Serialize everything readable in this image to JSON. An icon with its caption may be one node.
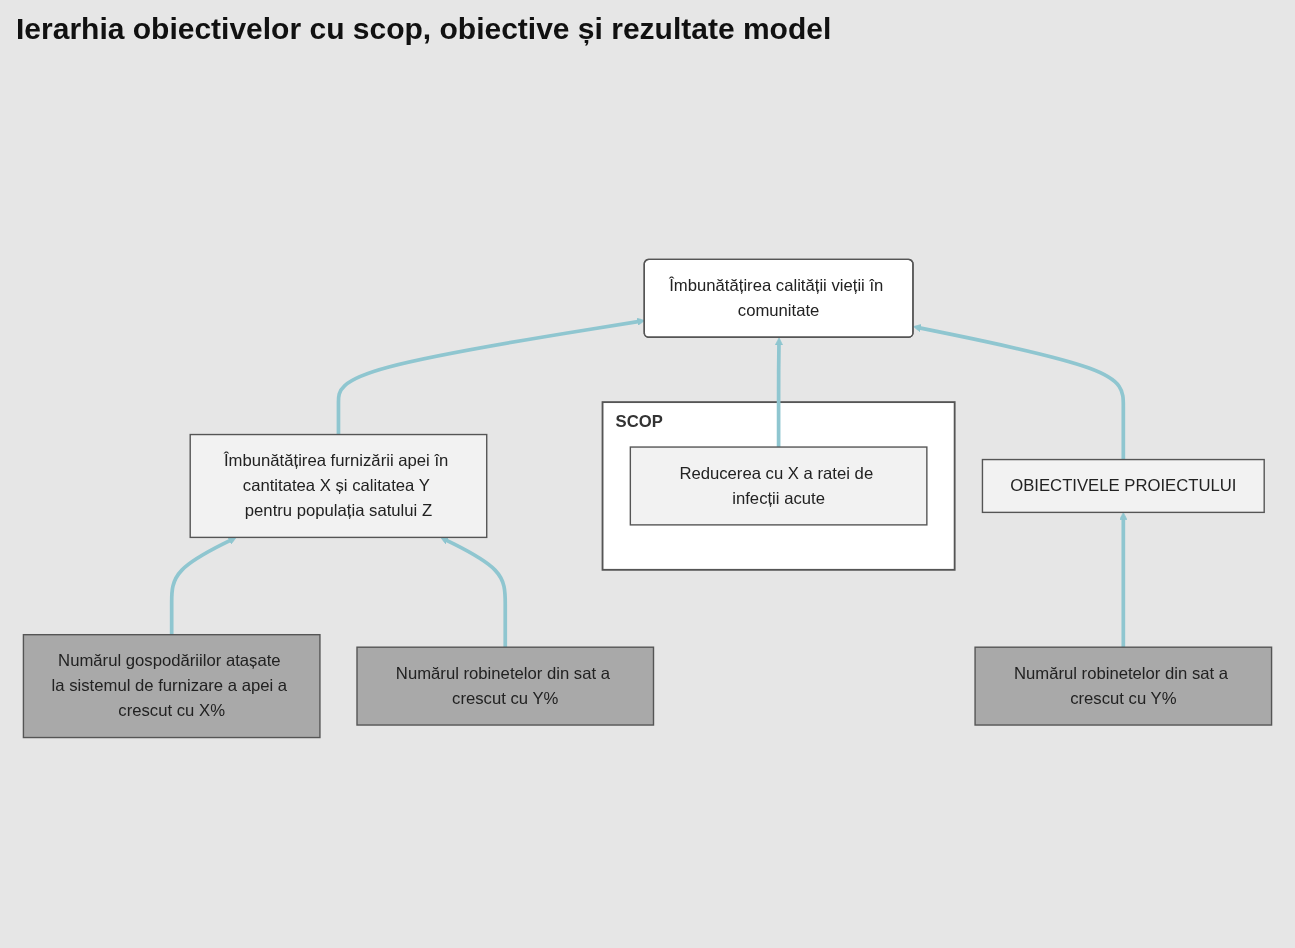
{
  "diagram": {
    "title": "Ierarhia obiectivelor cu scop, obiective și rezultate model",
    "nodes": [
      {
        "text": [
          "SCOP"
        ]
      },
      {
        "text": [
          "Îmbunătățirea calității vieții în comunitate"
        ]
      },
      {
        "text": [
          "Îmbunătățirea furnizării apei în cantitatea X și calitatea Y pentru populația satului Z"
        ]
      },
      {
        "text": [
          "Reducerea cu X a ratei de infecții acute"
        ],
        "in": 0
      },
      {
        "text": [
          "OBIECTIVELE PROIECTULUI"
        ]
      },
      {
        "text": [
          "Numărul gospodăriilor atașate la sistemul de furnizare a apei a crescut cu X%"
        ]
      },
      {
        "text": [
          "Numărul robinetelor din sat a crescut cu Y%"
        ]
      },
      {
        "text": [
          "Numărul robinetelor din sat a crescut cu Y%"
        ]
      }
    ],
    "edges": [
      {
        "from": 2,
        "to": 1,
        "arrow": "to"
      },
      {
        "from": 3,
        "to": 1,
        "arrow": "to"
      },
      {
        "from": 4,
        "to": 1,
        "arrow": "to"
      },
      {
        "from": 5,
        "to": 2,
        "arrow": "to"
      },
      {
        "from": 6,
        "to": 2,
        "arrow": "to"
      },
      {
        "from": 7,
        "to": 4,
        "arrow": "to"
      }
    ]
  }
}
